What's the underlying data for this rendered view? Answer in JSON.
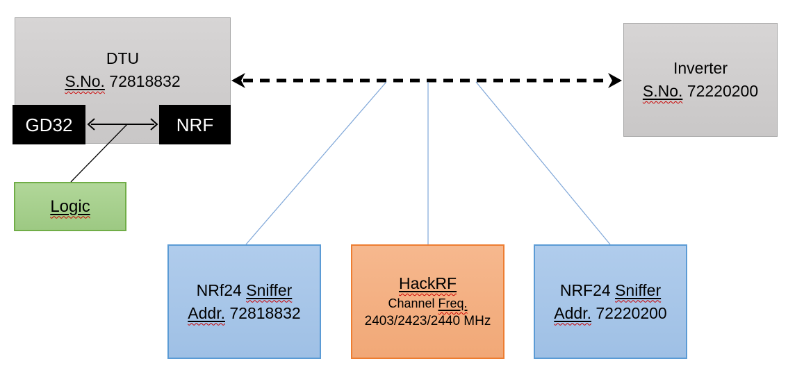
{
  "colors": {
    "background": "#FFFFFF",
    "gray_fill": "#D0CECE",
    "gray_border": "#A6A6A6",
    "black_fill": "#000000",
    "green_fill": "#A9D18E",
    "green_border": "#70AD47",
    "blue_fill": "#A7C5E8",
    "blue_border": "#5B9BD5",
    "orange_fill": "#F4B183",
    "orange_border": "#ED7D31",
    "connector_blue": "#7EA6D8",
    "arrow_black": "#000000",
    "spellcheck_red": "#CC0000"
  },
  "nodes": {
    "dtu": {
      "title": "DTU",
      "serial_label": "S.No.",
      "serial_value": "72818832"
    },
    "gd32": {
      "label": "GD32"
    },
    "nrf": {
      "label": "NRF"
    },
    "logic": {
      "label": "Logic"
    },
    "inverter": {
      "title": "Inverter",
      "serial_label": "S.No.",
      "serial_value": "72220200"
    },
    "sniffer_left": {
      "title_prefix": "NRf24",
      "title_word": "Sniffer",
      "addr_label": "Addr.",
      "addr_value": "72818832"
    },
    "hackrf": {
      "title": "HackRF",
      "channel_word": "Channel",
      "freq_word": "Freq.",
      "frequencies": "2403/2423/2440 MHz"
    },
    "sniffer_right": {
      "title_prefix": "NRF24",
      "title_word": "Sniffer",
      "addr_label": "Addr.",
      "addr_value": "72220200"
    }
  }
}
